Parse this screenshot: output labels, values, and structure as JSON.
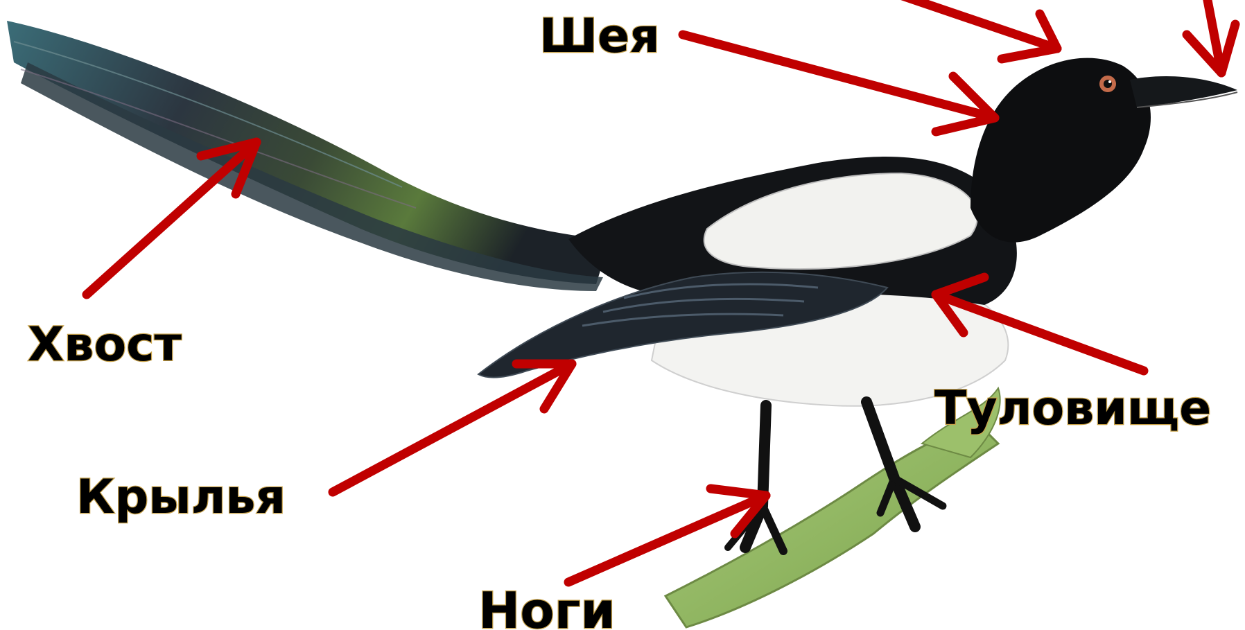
{
  "labels": {
    "neck": "Шея",
    "tail": "Хвост",
    "wings": "Крылья",
    "legs": "Ноги",
    "body": "Туловище"
  },
  "colors": {
    "arrow": "#c00000",
    "label_text": "#000000",
    "label_outline": "#c8a24a"
  }
}
